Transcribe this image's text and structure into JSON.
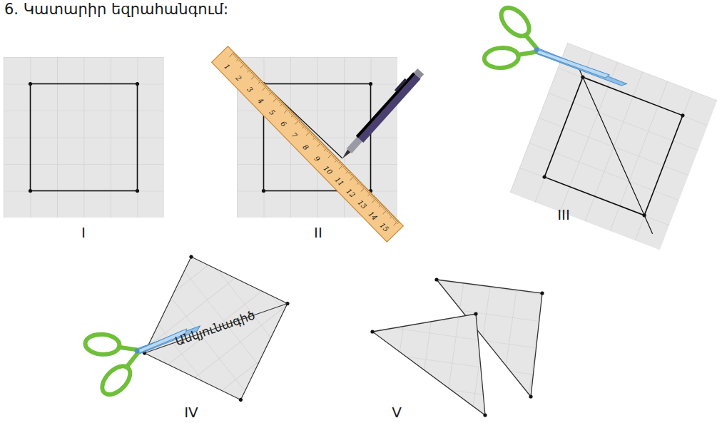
{
  "diagram": {
    "title": "6. Կատարիր եզրահանգում:",
    "labels": [
      "I",
      "II",
      "III",
      "IV",
      "V",
      "Անկյունագիծ",
      "1",
      "2",
      "3",
      "4",
      "5",
      "6",
      "7",
      "8",
      "9",
      "10",
      "11",
      "12",
      "13",
      "14",
      "15"
    ]
  }
}
